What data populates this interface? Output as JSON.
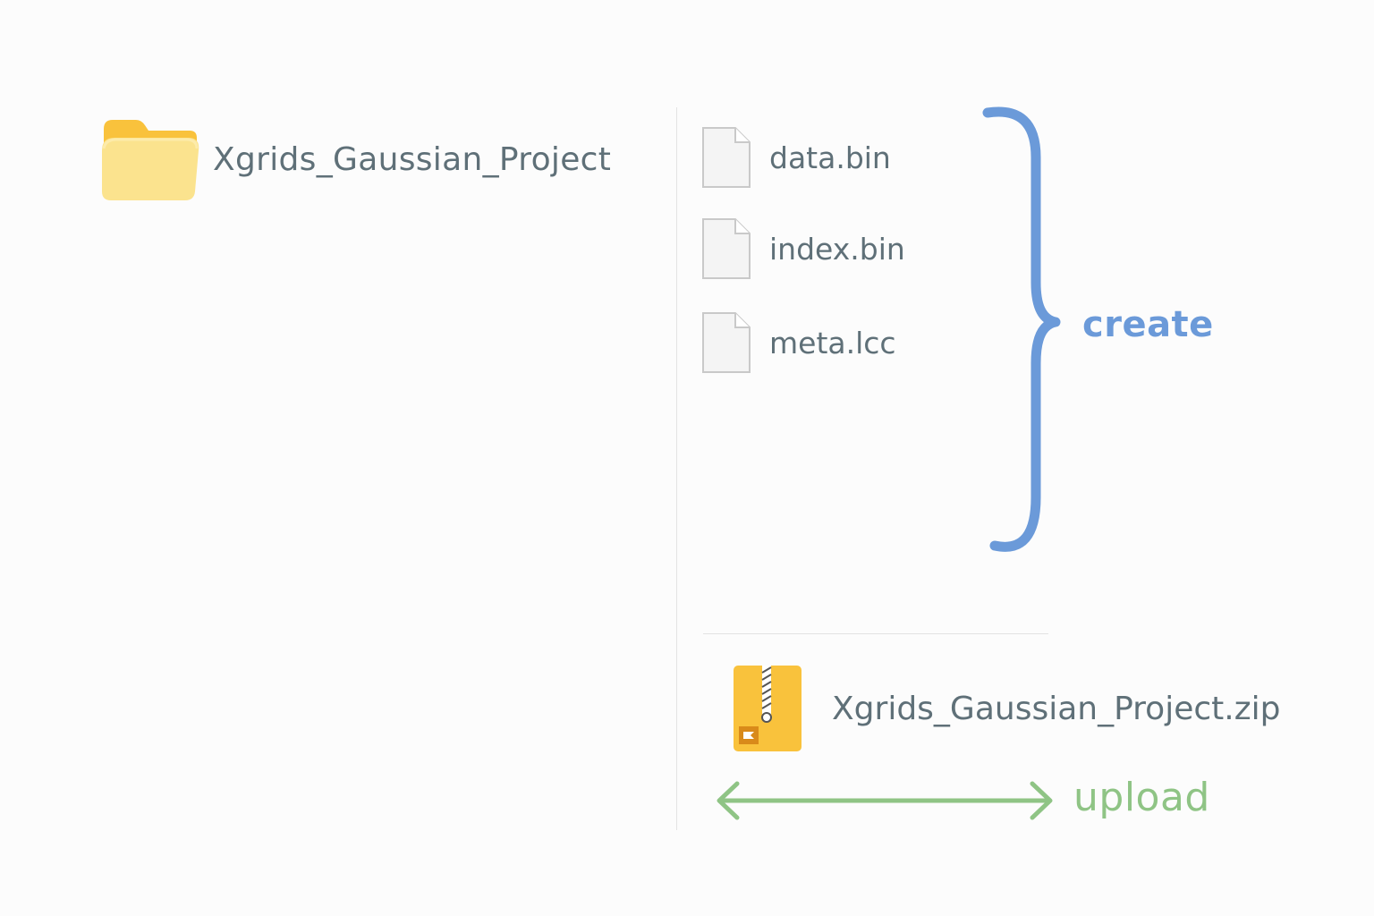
{
  "folder": {
    "name": "Xgrids_Gaussian_Project",
    "icon": "folder-icon"
  },
  "files": [
    {
      "name": "data.bin",
      "icon": "file-icon"
    },
    {
      "name": "index.bin",
      "icon": "file-icon"
    },
    {
      "name": "meta.lcc",
      "icon": "file-icon"
    }
  ],
  "create": {
    "label": "create",
    "color": "#6b9ad9"
  },
  "archive": {
    "name": "Xgrids_Gaussian_Project.zip",
    "icon": "zip-archive-icon"
  },
  "upload": {
    "label": "upload",
    "color": "#8fc485"
  },
  "colors": {
    "text": "#5f7078",
    "folder": "#fbe38e",
    "folder_tab": "#f9c23c",
    "zip": "#f9c23c",
    "divider": "#e3e3e3"
  }
}
